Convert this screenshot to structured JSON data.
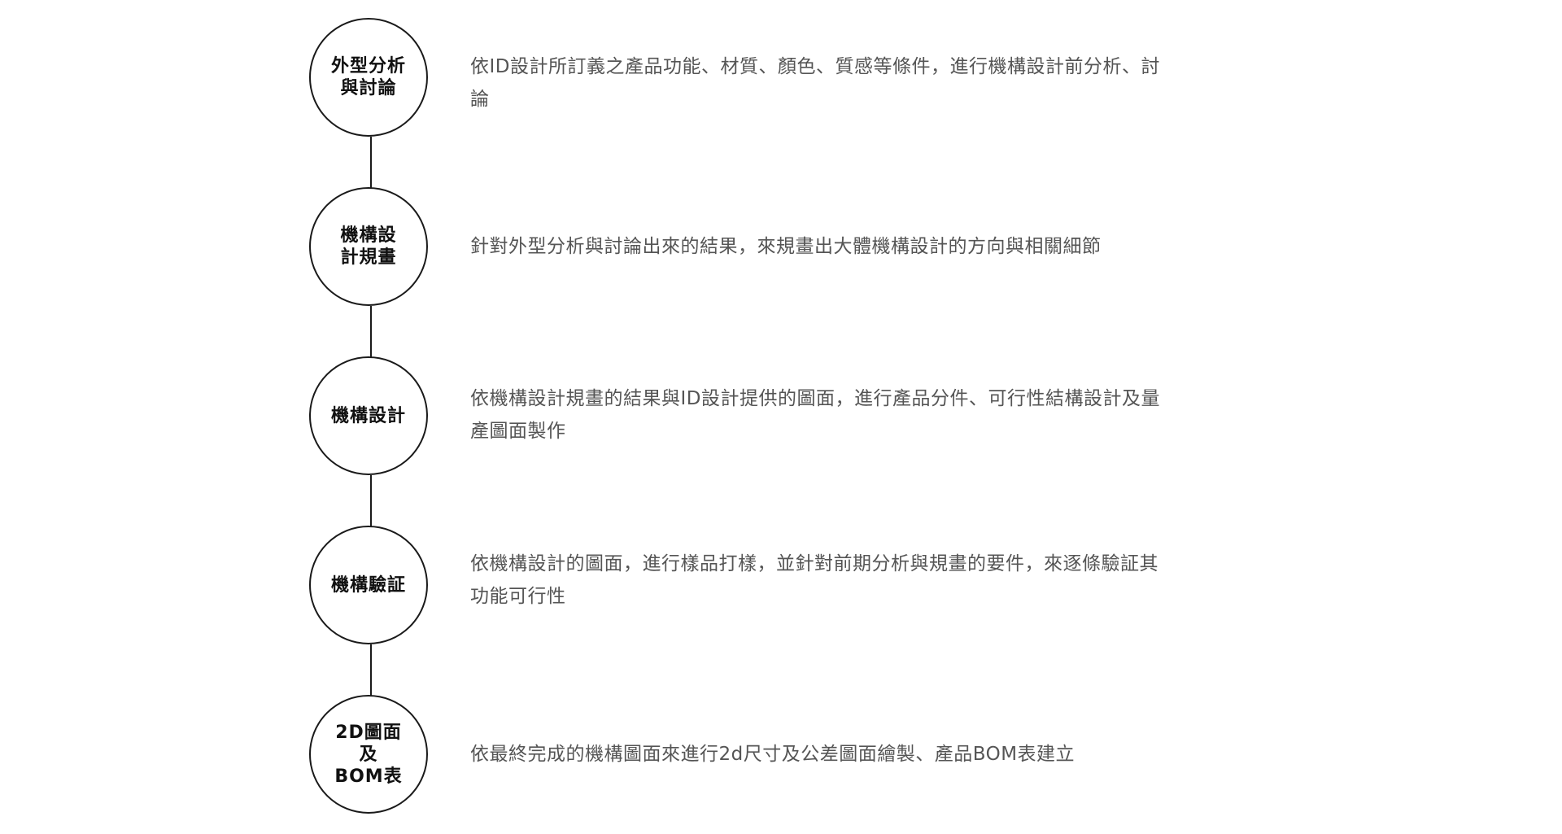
{
  "colors": {
    "circle_border": "#1a1a1a",
    "title_text": "#111111",
    "description_text": "#555555",
    "background": "#ffffff"
  },
  "steps": [
    {
      "title_line1": "外型分析",
      "title_line2": "與討論",
      "description": "依ID設計所訂義之產品功能、材質、顏色、質感等條件，進行機構設計前分析、討論"
    },
    {
      "title_line1": "機構設",
      "title_line2": "計規畫",
      "description": "針對外型分析與討論出來的結果，來規畫出大體機構設計的方向與相關細節"
    },
    {
      "title_line1": "機構設計",
      "title_line2": "",
      "description": "依機構設計規畫的結果與ID設計提供的圖面，進行產品分件、可行性結構設計及量產圖面製作"
    },
    {
      "title_line1": "機構驗証",
      "title_line2": "",
      "description": "依機構設計的圖面，進行樣品打樣，並針對前期分析與規畫的要件，來逐條驗証其功能可行性"
    },
    {
      "title_line1": "2D圖面及",
      "title_line2": "BOM表",
      "description": "依最終完成的機構圖面來進行2d尺寸及公差圖面繪製、產品BOM表建立"
    }
  ]
}
